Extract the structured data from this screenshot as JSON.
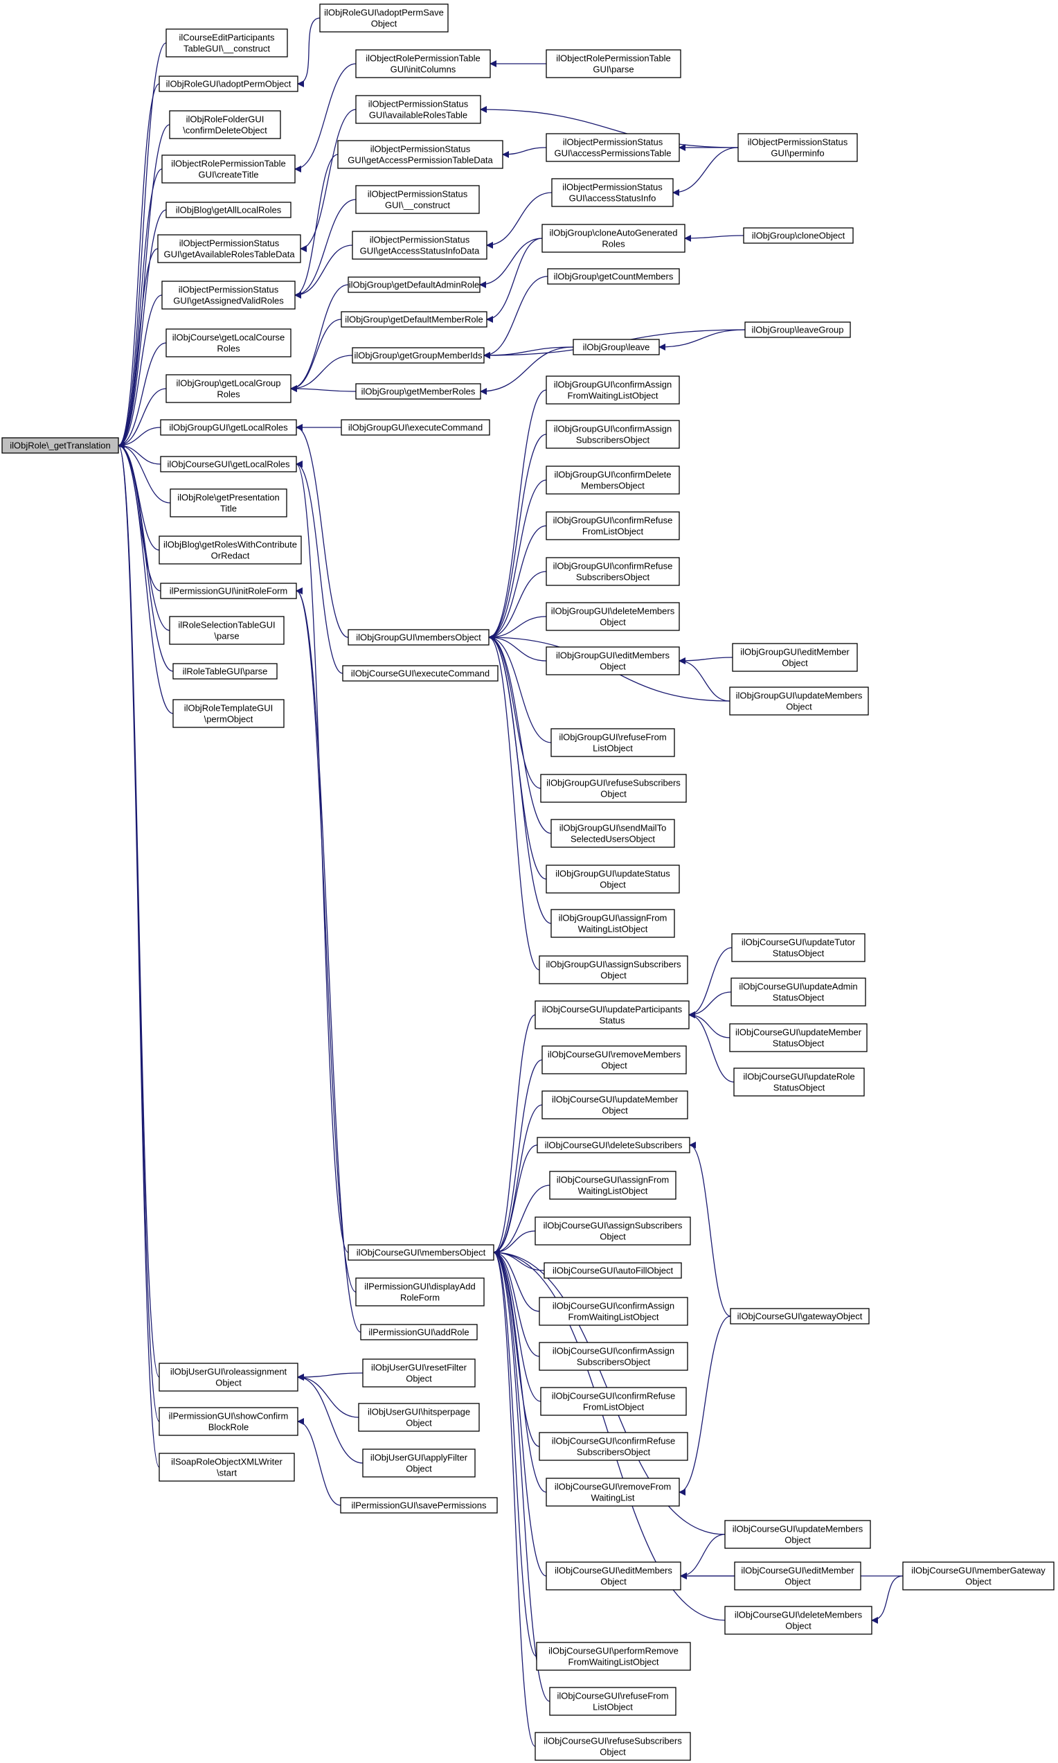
{
  "diagram": {
    "type": "caller graph",
    "edge_color": "#191970",
    "root_fill": "#bfbfbf",
    "nodes": [
      {
        "id": "root",
        "lines": [
          "ilObjRole\\_getTranslation"
        ],
        "root": true
      },
      {
        "id": "c1",
        "lines": [
          "ilCourseEditParticipants",
          "TableGUI\\__construct"
        ]
      },
      {
        "id": "c2",
        "lines": [
          "ilObjRoleGUI\\adoptPermObject"
        ]
      },
      {
        "id": "c3",
        "lines": [
          "ilObjRoleFolderGUI",
          "\\confirmDeleteObject"
        ]
      },
      {
        "id": "c4",
        "lines": [
          "ilObjectRolePermissionTable",
          "GUI\\createTitle"
        ]
      },
      {
        "id": "c5",
        "lines": [
          "ilObjBlog\\getAllLocalRoles"
        ]
      },
      {
        "id": "c6",
        "lines": [
          "ilObjectPermissionStatus",
          "GUI\\getAvailableRolesTableData"
        ]
      },
      {
        "id": "c7",
        "lines": [
          "ilObjectPermissionStatus",
          "GUI\\getAssignedValidRoles"
        ]
      },
      {
        "id": "c8",
        "lines": [
          "ilObjCourse\\getLocalCourse",
          "Roles"
        ]
      },
      {
        "id": "c9",
        "lines": [
          "ilObjGroup\\getLocalGroup",
          "Roles"
        ]
      },
      {
        "id": "c10",
        "lines": [
          "ilObjGroupGUI\\getLocalRoles"
        ]
      },
      {
        "id": "c11",
        "lines": [
          "ilObjCourseGUI\\getLocalRoles"
        ]
      },
      {
        "id": "c12",
        "lines": [
          "ilObjRole\\getPresentation",
          "Title"
        ]
      },
      {
        "id": "c13",
        "lines": [
          "ilObjBlog\\getRolesWithContribute",
          "OrRedact"
        ]
      },
      {
        "id": "c14",
        "lines": [
          "ilPermissionGUI\\initRoleForm"
        ]
      },
      {
        "id": "c15",
        "lines": [
          "ilRoleSelectionTableGUI",
          "\\parse"
        ]
      },
      {
        "id": "c16",
        "lines": [
          "ilRoleTableGUI\\parse"
        ]
      },
      {
        "id": "c17",
        "lines": [
          "ilObjRoleTemplateGUI",
          "\\permObject"
        ]
      },
      {
        "id": "c18",
        "lines": [
          "ilObjUserGUI\\roleassignment",
          "Object"
        ]
      },
      {
        "id": "c19",
        "lines": [
          "ilPermissionGUI\\showConfirm",
          "BlockRole"
        ]
      },
      {
        "id": "c20",
        "lines": [
          "ilSoapRoleObjectXMLWriter",
          "\\start"
        ]
      },
      {
        "id": "m1",
        "lines": [
          "ilObjRoleGUI\\adoptPermSave",
          "Object"
        ]
      },
      {
        "id": "m2",
        "lines": [
          "ilObjectRolePermissionTable",
          "GUI\\initColumns"
        ]
      },
      {
        "id": "m3",
        "lines": [
          "ilObjectPermissionStatus",
          "GUI\\availableRolesTable"
        ]
      },
      {
        "id": "m4",
        "lines": [
          "ilObjectPermissionStatus",
          "GUI\\getAccessPermissionTableData"
        ]
      },
      {
        "id": "m5",
        "lines": [
          "ilObjectPermissionStatus",
          "GUI\\__construct"
        ]
      },
      {
        "id": "m6",
        "lines": [
          "ilObjectPermissionStatus",
          "GUI\\getAccessStatusInfoData"
        ]
      },
      {
        "id": "m7",
        "lines": [
          "ilObjGroup\\getDefaultAdminRole"
        ]
      },
      {
        "id": "m8",
        "lines": [
          "ilObjGroup\\getDefaultMemberRole"
        ]
      },
      {
        "id": "m9",
        "lines": [
          "ilObjGroup\\getGroupMemberIds"
        ]
      },
      {
        "id": "m10",
        "lines": [
          "ilObjGroup\\getMemberRoles"
        ]
      },
      {
        "id": "m11",
        "lines": [
          "ilObjGroupGUI\\executeCommand"
        ]
      },
      {
        "id": "m12",
        "lines": [
          "ilObjGroupGUI\\membersObject"
        ]
      },
      {
        "id": "m13",
        "lines": [
          "ilObjCourseGUI\\executeCommand"
        ]
      },
      {
        "id": "m14",
        "lines": [
          "ilObjCourseGUI\\membersObject"
        ]
      },
      {
        "id": "m15",
        "lines": [
          "ilPermissionGUI\\displayAdd",
          "RoleForm"
        ]
      },
      {
        "id": "m16",
        "lines": [
          "ilPermissionGUI\\addRole"
        ]
      },
      {
        "id": "m17",
        "lines": [
          "ilObjUserGUI\\resetFilter",
          "Object"
        ]
      },
      {
        "id": "m18",
        "lines": [
          "ilObjUserGUI\\hitsperpage",
          "Object"
        ]
      },
      {
        "id": "m19",
        "lines": [
          "ilObjUserGUI\\applyFilter",
          "Object"
        ]
      },
      {
        "id": "m20",
        "lines": [
          "ilPermissionGUI\\savePermissions"
        ]
      },
      {
        "id": "r1",
        "lines": [
          "ilObjectRolePermissionTable",
          "GUI\\parse"
        ]
      },
      {
        "id": "r2",
        "lines": [
          "ilObjectPermissionStatus",
          "GUI\\accessPermissionsTable"
        ]
      },
      {
        "id": "r3",
        "lines": [
          "ilObjectPermissionStatus",
          "GUI\\accessStatusInfo"
        ]
      },
      {
        "id": "r4",
        "lines": [
          "ilObjGroup\\cloneAutoGenerated",
          "Roles"
        ]
      },
      {
        "id": "r5",
        "lines": [
          "ilObjGroup\\getCountMembers"
        ]
      },
      {
        "id": "r6",
        "lines": [
          "ilObjGroup\\leave"
        ]
      },
      {
        "id": "g1",
        "lines": [
          "ilObjGroupGUI\\confirmAssign",
          "FromWaitingListObject"
        ]
      },
      {
        "id": "g2",
        "lines": [
          "ilObjGroupGUI\\confirmAssign",
          "SubscribersObject"
        ]
      },
      {
        "id": "g3",
        "lines": [
          "ilObjGroupGUI\\confirmDelete",
          "MembersObject"
        ]
      },
      {
        "id": "g4",
        "lines": [
          "ilObjGroupGUI\\confirmRefuse",
          "FromListObject"
        ]
      },
      {
        "id": "g5",
        "lines": [
          "ilObjGroupGUI\\confirmRefuse",
          "SubscribersObject"
        ]
      },
      {
        "id": "g6",
        "lines": [
          "ilObjGroupGUI\\deleteMembers",
          "Object"
        ]
      },
      {
        "id": "g7",
        "lines": [
          "ilObjGroupGUI\\editMembers",
          "Object"
        ]
      },
      {
        "id": "g8",
        "lines": [
          "ilObjGroupGUI\\refuseFrom",
          "ListObject"
        ]
      },
      {
        "id": "g9",
        "lines": [
          "ilObjGroupGUI\\refuseSubscribers",
          "Object"
        ]
      },
      {
        "id": "g10",
        "lines": [
          "ilObjGroupGUI\\sendMailTo",
          "SelectedUsersObject"
        ]
      },
      {
        "id": "g11",
        "lines": [
          "ilObjGroupGUI\\updateStatus",
          "Object"
        ]
      },
      {
        "id": "g12",
        "lines": [
          "ilObjGroupGUI\\assignFrom",
          "WaitingListObject"
        ]
      },
      {
        "id": "g13",
        "lines": [
          "ilObjGroupGUI\\assignSubscribers",
          "Object"
        ]
      },
      {
        "id": "k1",
        "lines": [
          "ilObjCourseGUI\\updateParticipants",
          "Status"
        ]
      },
      {
        "id": "k2",
        "lines": [
          "ilObjCourseGUI\\removeMembers",
          "Object"
        ]
      },
      {
        "id": "k3",
        "lines": [
          "ilObjCourseGUI\\updateMember",
          "Object"
        ]
      },
      {
        "id": "k4",
        "lines": [
          "ilObjCourseGUI\\deleteSubscribers"
        ]
      },
      {
        "id": "k5",
        "lines": [
          "ilObjCourseGUI\\assignFrom",
          "WaitingListObject"
        ]
      },
      {
        "id": "k6",
        "lines": [
          "ilObjCourseGUI\\assignSubscribers",
          "Object"
        ]
      },
      {
        "id": "k7",
        "lines": [
          "ilObjCourseGUI\\autoFillObject"
        ]
      },
      {
        "id": "k8",
        "lines": [
          "ilObjCourseGUI\\confirmAssign",
          "FromWaitingListObject"
        ]
      },
      {
        "id": "k9",
        "lines": [
          "ilObjCourseGUI\\confirmAssign",
          "SubscribersObject"
        ]
      },
      {
        "id": "k10",
        "lines": [
          "ilObjCourseGUI\\confirmRefuse",
          "FromListObject"
        ]
      },
      {
        "id": "k11",
        "lines": [
          "ilObjCourseGUI\\confirmRefuse",
          "SubscribersObject"
        ]
      },
      {
        "id": "k12",
        "lines": [
          "ilObjCourseGUI\\removeFrom",
          "WaitingList"
        ]
      },
      {
        "id": "k13",
        "lines": [
          "ilObjCourseGUI\\editMembers",
          "Object"
        ]
      },
      {
        "id": "k14",
        "lines": [
          "ilObjCourseGUI\\performRemove",
          "FromWaitingListObject"
        ]
      },
      {
        "id": "k15",
        "lines": [
          "ilObjCourseGUI\\refuseFrom",
          "ListObject"
        ]
      },
      {
        "id": "k16",
        "lines": [
          "ilObjCourseGUI\\refuseSubscribers",
          "Object"
        ]
      },
      {
        "id": "x1",
        "lines": [
          "ilObjectPermissionStatus",
          "GUI\\perminfo"
        ]
      },
      {
        "id": "x2",
        "lines": [
          "ilObjGroup\\cloneObject"
        ]
      },
      {
        "id": "x3",
        "lines": [
          "ilObjGroup\\leaveGroup"
        ]
      },
      {
        "id": "x4",
        "lines": [
          "ilObjGroupGUI\\editMember",
          "Object"
        ]
      },
      {
        "id": "x5",
        "lines": [
          "ilObjGroupGUI\\updateMembers",
          "Object"
        ]
      },
      {
        "id": "x6",
        "lines": [
          "ilObjCourseGUI\\updateTutor",
          "StatusObject"
        ]
      },
      {
        "id": "x7",
        "lines": [
          "ilObjCourseGUI\\updateAdmin",
          "StatusObject"
        ]
      },
      {
        "id": "x8",
        "lines": [
          "ilObjCourseGUI\\updateMember",
          "StatusObject"
        ]
      },
      {
        "id": "x9",
        "lines": [
          "ilObjCourseGUI\\updateRole",
          "StatusObject"
        ]
      },
      {
        "id": "x10",
        "lines": [
          "ilObjCourseGUI\\gatewayObject"
        ]
      },
      {
        "id": "x11",
        "lines": [
          "ilObjCourseGUI\\updateMembers",
          "Object"
        ]
      },
      {
        "id": "x12",
        "lines": [
          "ilObjCourseGUI\\editMember",
          "Object"
        ]
      },
      {
        "id": "x13",
        "lines": [
          "ilObjCourseGUI\\deleteMembers",
          "Object"
        ]
      },
      {
        "id": "x14",
        "lines": [
          "ilObjCourseGUI\\memberGateway",
          "Object"
        ]
      }
    ],
    "edges": [
      [
        "root",
        "c1"
      ],
      [
        "root",
        "c2"
      ],
      [
        "root",
        "c3"
      ],
      [
        "root",
        "c4"
      ],
      [
        "root",
        "c5"
      ],
      [
        "root",
        "c6"
      ],
      [
        "root",
        "c7"
      ],
      [
        "root",
        "c8"
      ],
      [
        "root",
        "c9"
      ],
      [
        "root",
        "c10"
      ],
      [
        "root",
        "c11"
      ],
      [
        "root",
        "c12"
      ],
      [
        "root",
        "c13"
      ],
      [
        "root",
        "c14"
      ],
      [
        "root",
        "c15"
      ],
      [
        "root",
        "c16"
      ],
      [
        "root",
        "c17"
      ],
      [
        "root",
        "c18"
      ],
      [
        "root",
        "c19"
      ],
      [
        "root",
        "c20"
      ],
      [
        "c2",
        "m1"
      ],
      [
        "c4",
        "m2"
      ],
      [
        "c6",
        "m3"
      ],
      [
        "c7",
        "m4"
      ],
      [
        "c7",
        "m5"
      ],
      [
        "c7",
        "m6"
      ],
      [
        "c9",
        "m7"
      ],
      [
        "c9",
        "m8"
      ],
      [
        "c9",
        "m9"
      ],
      [
        "c9",
        "m10"
      ],
      [
        "c10",
        "m11"
      ],
      [
        "c10",
        "m12"
      ],
      [
        "c11",
        "m13"
      ],
      [
        "c11",
        "m14"
      ],
      [
        "c14",
        "m15"
      ],
      [
        "c14",
        "m16"
      ],
      [
        "c18",
        "m17"
      ],
      [
        "c18",
        "m18"
      ],
      [
        "c18",
        "m19"
      ],
      [
        "c19",
        "m20"
      ],
      [
        "m2",
        "r1"
      ],
      [
        "m4",
        "r2"
      ],
      [
        "m6",
        "r3"
      ],
      [
        "m7",
        "r4"
      ],
      [
        "m8",
        "r4"
      ],
      [
        "m9",
        "r5"
      ],
      [
        "m9",
        "r6"
      ],
      [
        "m9",
        "x3"
      ],
      [
        "m10",
        "r6"
      ],
      [
        "m3",
        "x1"
      ],
      [
        "r2",
        "x1"
      ],
      [
        "r3",
        "x1"
      ],
      [
        "r4",
        "x2"
      ],
      [
        "r6",
        "x3"
      ],
      [
        "m12",
        "g1"
      ],
      [
        "m12",
        "g2"
      ],
      [
        "m12",
        "g3"
      ],
      [
        "m12",
        "g4"
      ],
      [
        "m12",
        "g5"
      ],
      [
        "m12",
        "g6"
      ],
      [
        "m12",
        "g7"
      ],
      [
        "m12",
        "g8"
      ],
      [
        "m12",
        "g9"
      ],
      [
        "m12",
        "g10"
      ],
      [
        "m12",
        "g11"
      ],
      [
        "m12",
        "g12"
      ],
      [
        "m12",
        "g13"
      ],
      [
        "m12",
        "x5"
      ],
      [
        "g7",
        "x4"
      ],
      [
        "g7",
        "x5"
      ],
      [
        "m14",
        "k1"
      ],
      [
        "m14",
        "k2"
      ],
      [
        "m14",
        "k3"
      ],
      [
        "m14",
        "k4"
      ],
      [
        "m14",
        "k5"
      ],
      [
        "m14",
        "k6"
      ],
      [
        "m14",
        "k7"
      ],
      [
        "m14",
        "k8"
      ],
      [
        "m14",
        "k9"
      ],
      [
        "m14",
        "k10"
      ],
      [
        "m14",
        "k11"
      ],
      [
        "m14",
        "k12"
      ],
      [
        "m14",
        "k13"
      ],
      [
        "m14",
        "k14"
      ],
      [
        "m14",
        "k15"
      ],
      [
        "m14",
        "k16"
      ],
      [
        "m14",
        "x11"
      ],
      [
        "m14",
        "x13"
      ],
      [
        "k1",
        "x6"
      ],
      [
        "k1",
        "x7"
      ],
      [
        "k1",
        "x8"
      ],
      [
        "k1",
        "x9"
      ],
      [
        "k4",
        "x10"
      ],
      [
        "k12",
        "x10"
      ],
      [
        "k13",
        "x11"
      ],
      [
        "k13",
        "x12"
      ],
      [
        "k13",
        "x14"
      ],
      [
        "x13",
        "x14"
      ]
    ]
  }
}
